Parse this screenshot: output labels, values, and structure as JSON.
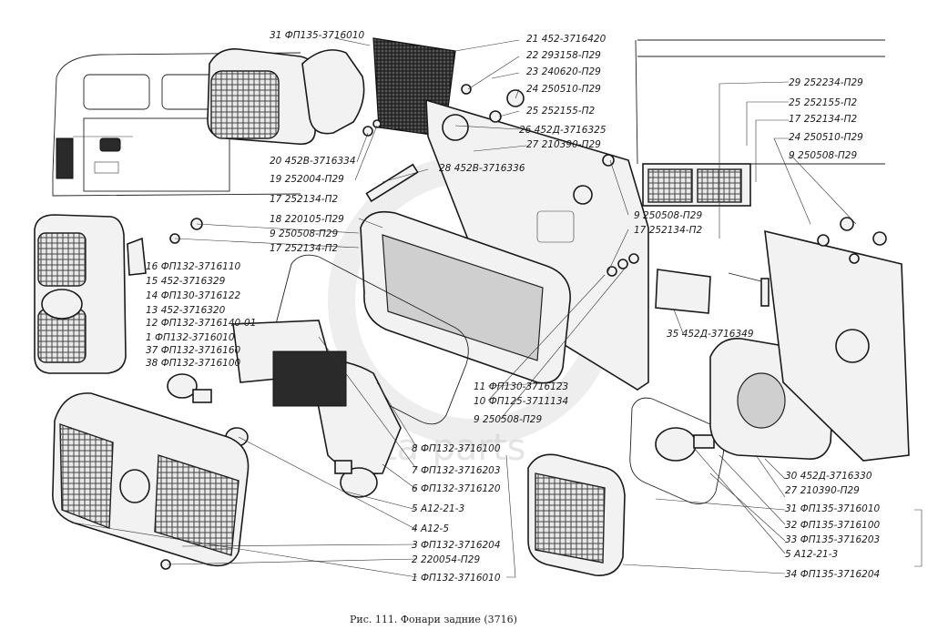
{
  "figure": {
    "caption": "Рис. 111. Фонари задние (3716)",
    "watermark": "data-parts",
    "labels_right": [
      {
        "key": "l21",
        "num": "21",
        "code": "452-3716420"
      },
      {
        "key": "l22",
        "num": "22",
        "code": "293158-П29"
      },
      {
        "key": "l23",
        "num": "23",
        "code": "240620-П29"
      },
      {
        "key": "l24",
        "num": "24",
        "code": "250510-П29"
      },
      {
        "key": "l25",
        "num": "25",
        "code": "252155-П2"
      },
      {
        "key": "l26",
        "num": "26",
        "code": "452Д-3716325"
      },
      {
        "key": "l27",
        "num": "27",
        "code": "210390-П29"
      },
      {
        "key": "l28",
        "num": "28",
        "code": "452В-3716336"
      }
    ],
    "labels_far_right": [
      {
        "key": "r29",
        "num": "29",
        "code": "252234-П29"
      },
      {
        "key": "r25",
        "num": "25",
        "code": "252155-П2"
      },
      {
        "key": "r17",
        "num": "17",
        "code": "252134-П2"
      },
      {
        "key": "r24",
        "num": "24",
        "code": "250510-П29"
      },
      {
        "key": "r9",
        "num": "9",
        "code": "250508-П29"
      }
    ],
    "labels_mid": [
      {
        "key": "m20",
        "num": "20",
        "code": "452В-3716334"
      },
      {
        "key": "m19",
        "num": "19",
        "code": "252004-П29"
      },
      {
        "key": "m17a",
        "num": "17",
        "code": "252134-П2"
      },
      {
        "key": "m18",
        "num": "18",
        "code": "220105-П29"
      },
      {
        "key": "m9",
        "num": "9",
        "code": "250508-П29"
      },
      {
        "key": "m17b",
        "num": "17",
        "code": "252134-П2"
      }
    ],
    "labels_left": [
      {
        "key": "k16",
        "num": "16",
        "code": "ФП132-3716110"
      },
      {
        "key": "k15",
        "num": "15",
        "code": "452-3716329"
      },
      {
        "key": "k14",
        "num": "14",
        "code": "ФП130-3716122"
      },
      {
        "key": "k13",
        "num": "13",
        "code": "452-3716320"
      },
      {
        "key": "k12",
        "num": "12",
        "code": "ФП132-3716140-01"
      },
      {
        "key": "k1",
        "num": "1",
        "code": "ФП132-3716010"
      },
      {
        "key": "k37",
        "num": "37",
        "code": "ФП132-3716160"
      },
      {
        "key": "k38",
        "num": "38",
        "code": "ФП132-3716100"
      }
    ],
    "label_31": {
      "num": "31",
      "code": "ФП135-3716010"
    },
    "labels_center": [
      {
        "key": "c9a",
        "num": "9",
        "code": "250508-П29"
      },
      {
        "key": "c17",
        "num": "17",
        "code": "252134-П2"
      },
      {
        "key": "c35",
        "num": "35",
        "code": "452Д-3716349"
      },
      {
        "key": "c11",
        "num": "11",
        "code": "ФП130-3716123"
      },
      {
        "key": "c10",
        "num": "10",
        "code": "ФП125-3711134"
      },
      {
        "key": "c9b",
        "num": "9",
        "code": "250508-П29"
      }
    ],
    "labels_bottom": [
      {
        "key": "b8",
        "num": "8",
        "code": "ФП132-3716100"
      },
      {
        "key": "b7",
        "num": "7",
        "code": "ФП132-3716203"
      },
      {
        "key": "b6",
        "num": "6",
        "code": "ФП132-3716120"
      },
      {
        "key": "b5",
        "num": "5",
        "code": "А12-21-3"
      },
      {
        "key": "b4",
        "num": "4",
        "code": "А12-5"
      },
      {
        "key": "b3",
        "num": "3",
        "code": "ФП132-3716204"
      },
      {
        "key": "b2",
        "num": "2",
        "code": "220054-П29"
      },
      {
        "key": "b1",
        "num": "1",
        "code": "ФП132-3716010"
      }
    ],
    "labels_bottom_right": [
      {
        "key": "d30",
        "num": "30",
        "code": "452Д-3716330"
      },
      {
        "key": "d27",
        "num": "27",
        "code": "210390-П29"
      },
      {
        "key": "d31",
        "num": "31",
        "code": "ФП135-3716010"
      },
      {
        "key": "d32",
        "num": "32",
        "code": "ФП135-3716100"
      },
      {
        "key": "d33",
        "num": "33",
        "code": "ФП135-3716203"
      },
      {
        "key": "d5",
        "num": "5",
        "code": "А12-21-3"
      },
      {
        "key": "d34",
        "num": "34",
        "code": "ФП135-3716204"
      }
    ]
  }
}
